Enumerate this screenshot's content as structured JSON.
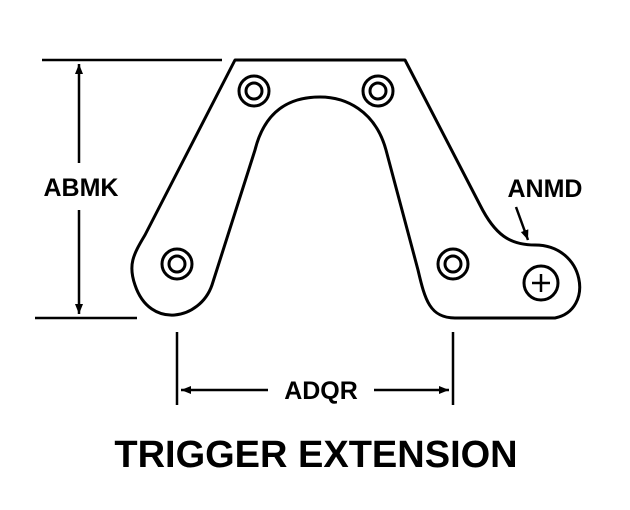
{
  "diagram": {
    "title": "TRIGGER EXTENSION",
    "labels": {
      "height": "ABMK",
      "width": "ADQR",
      "fastener": "ANMD",
      "plus_symbol": "+"
    }
  },
  "colors": {
    "line": "#000000",
    "background": "#ffffff"
  }
}
